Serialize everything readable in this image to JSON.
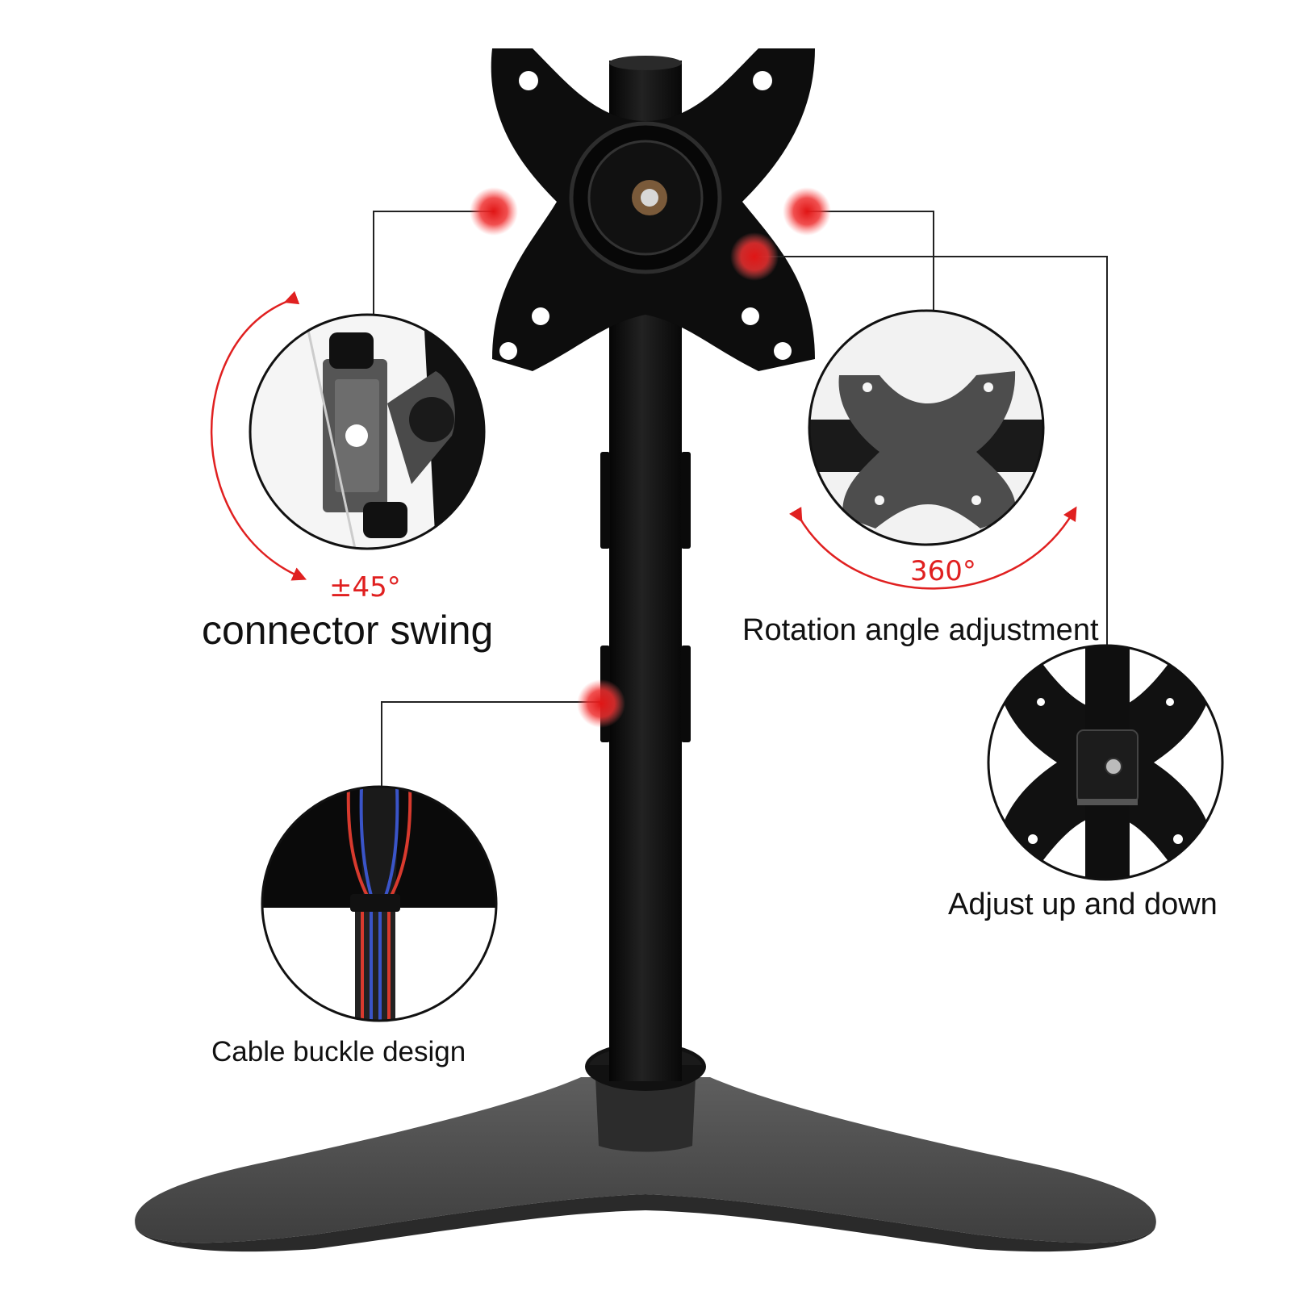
{
  "features": {
    "connector_swing": {
      "label": "connector swing",
      "angle": "±45°"
    },
    "rotation": {
      "label": "Rotation angle adjustment",
      "angle": "360°"
    },
    "height": {
      "label": "Adjust up and down"
    },
    "cable": {
      "label": "Cable buckle design"
    }
  },
  "colors": {
    "metal": "#0d0d0d",
    "base": "#555555",
    "accent_red": "#e02020",
    "callout_line": "#222222"
  }
}
